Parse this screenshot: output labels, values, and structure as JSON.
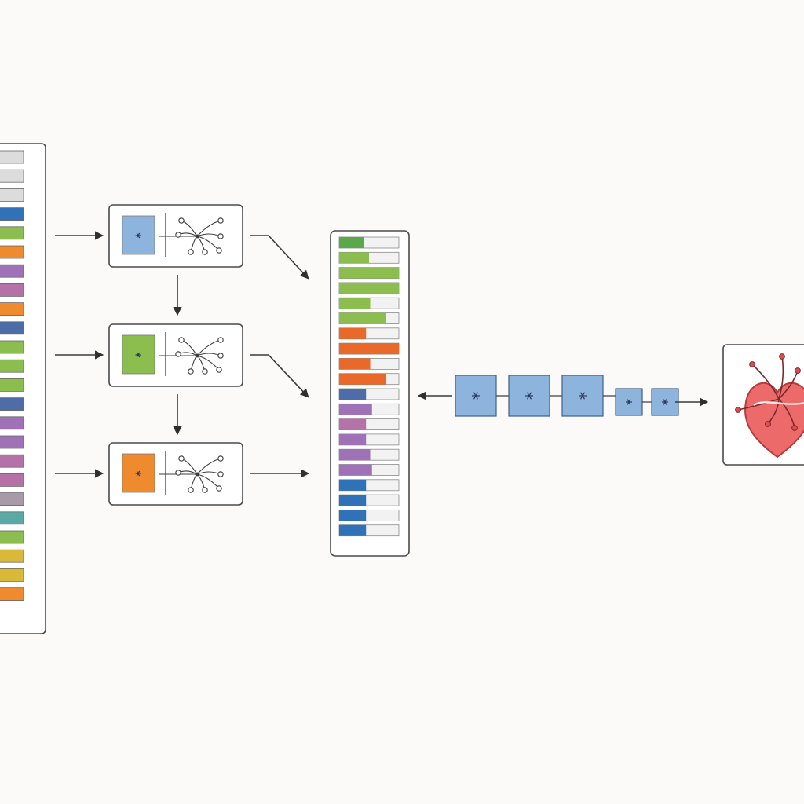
{
  "colors": {
    "gray": "#dcdcdc",
    "blue": "#2f72b8",
    "lightblue": "#8db4dc",
    "green": "#8bbe4e",
    "darkgreen": "#5aa84a",
    "orange": "#ef8a2e",
    "redorange": "#e9692a",
    "purple": "#9f72b8",
    "magenta": "#b572a8",
    "steel": "#4d6ca8",
    "teal": "#5aa9a5",
    "yellow": "#d9b83a",
    "mauve": "#a89aa8",
    "heart": "#ec6a6a",
    "heart_stroke": "#b83a3a"
  },
  "feature_column": {
    "cells": [
      "gray",
      "gray",
      "gray",
      "blue",
      "green",
      "orange",
      "purple",
      "magenta",
      "orange",
      "steel",
      "green",
      "green",
      "green",
      "steel",
      "purple",
      "purple",
      "magenta",
      "magenta",
      "mauve",
      "teal",
      "green",
      "yellow",
      "yellow",
      "orange"
    ]
  },
  "encoders": [
    {
      "color": "lightblue",
      "net_accent": "#3b3b3b"
    },
    {
      "color": "green",
      "net_accent": "#5aa84a"
    },
    {
      "color": "orange",
      "net_accent": "#5aa84a"
    }
  ],
  "embedding_bars": [
    {
      "color": "darkgreen",
      "fill": 0.42
    },
    {
      "color": "green",
      "fill": 0.5
    },
    {
      "color": "green",
      "fill": 1.0
    },
    {
      "color": "green",
      "fill": 1.0
    },
    {
      "color": "green",
      "fill": 0.52
    },
    {
      "color": "green",
      "fill": 0.78
    },
    {
      "color": "redorange",
      "fill": 0.45
    },
    {
      "color": "redorange",
      "fill": 1.0
    },
    {
      "color": "redorange",
      "fill": 0.52
    },
    {
      "color": "redorange",
      "fill": 0.78
    },
    {
      "color": "steel",
      "fill": 0.45
    },
    {
      "color": "purple",
      "fill": 0.55
    },
    {
      "color": "magenta",
      "fill": 0.45
    },
    {
      "color": "purple",
      "fill": 0.45
    },
    {
      "color": "purple",
      "fill": 0.52
    },
    {
      "color": "purple",
      "fill": 0.55
    },
    {
      "color": "blue",
      "fill": 0.45
    },
    {
      "color": "blue",
      "fill": 0.45
    },
    {
      "color": "blue",
      "fill": 0.45
    },
    {
      "color": "blue",
      "fill": 0.45
    }
  ],
  "classifier_layers": [
    {
      "kind": "large"
    },
    {
      "kind": "large"
    },
    {
      "kind": "large"
    },
    {
      "kind": "small"
    },
    {
      "kind": "small"
    }
  ],
  "output": {
    "icon": "heart-network-icon"
  }
}
